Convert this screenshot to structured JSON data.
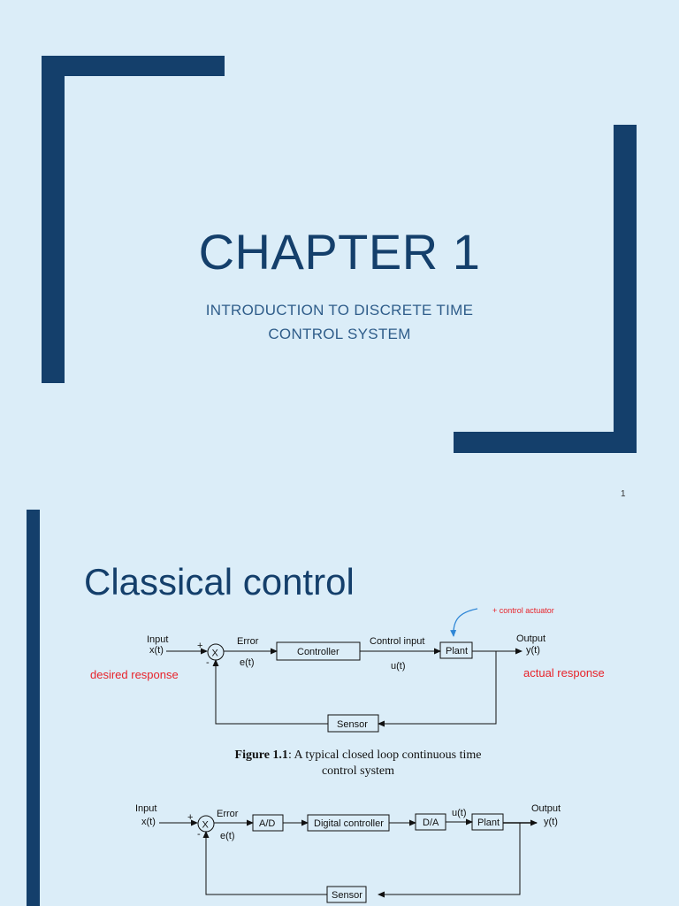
{
  "slide1": {
    "title": "CHAPTER 1",
    "subtitle_line1": "INTRODUCTION TO DISCRETE TIME",
    "subtitle_line2": "CONTROL SYSTEM",
    "page_number": "1"
  },
  "slide2": {
    "heading": "Classical control",
    "figure1": {
      "input_label": "Input",
      "input_signal": "x(t)",
      "plus_sign": "+",
      "minus_sign": "-",
      "summing_junction": "X",
      "error_label": "Error",
      "error_signal": "e(t)",
      "controller_label": "Controller",
      "control_input_label": "Control input",
      "control_signal": "u(t)",
      "plant_label": "Plant",
      "output_label": "Output",
      "output_signal": "y(t)",
      "sensor_label": "Sensor",
      "annotation_actuator": "+ control actuator",
      "annotation_desired": "desired response",
      "annotation_actual": "actual response"
    },
    "caption_bold": "Figure 1.1",
    "caption_text": ": A typical closed loop continuous time",
    "caption_line2": "control system",
    "figure2": {
      "input_label": "Input",
      "input_signal": "x(t)",
      "plus_sign": "+",
      "minus_sign": "-",
      "summing_junction": "X",
      "error_label": "Error",
      "error_signal": "e(t)",
      "ad_label": "A/D",
      "digital_controller_label": "Digital controller",
      "da_label": "D/A",
      "control_signal": "u(t)",
      "plant_label": "Plant",
      "output_label": "Output",
      "output_signal": "y(t)",
      "sensor_label": "Sensor"
    }
  },
  "colors": {
    "background": "#dbedf8",
    "accent": "#143f6b",
    "annotation_red": "#e8232a",
    "arrow_blue": "#2e86d6"
  }
}
